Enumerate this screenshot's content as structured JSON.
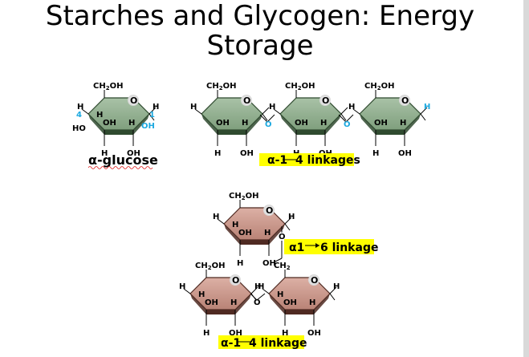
{
  "slide": {
    "title": "Starches and Glycogen: Energy Storage"
  },
  "labels": {
    "ch2oh": "CH",
    "ch2oh_sub": "2",
    "ch2oh_tail": "OH",
    "ch2_tail": "",
    "O": "O",
    "H": "H",
    "OH": "OH",
    "HO": "HO",
    "carbon_1": "1",
    "carbon_4": "4"
  },
  "captions": {
    "alpha_glucose": "α-glucose",
    "starch_linkages": "α-1",
    "starch_linkages_tail": "4 linkages",
    "glycogen_16_head": "α1",
    "glycogen_16_tail": "6 linkage",
    "glycogen_14_head": "α-1",
    "glycogen_14_tail": "4 linkage"
  },
  "colors": {
    "glucose_green": "#8fae8f",
    "glucose_green_dark": "#2f4a2f",
    "glycogen_brown": "#c9968a",
    "glycogen_brown_dark": "#4f2a22",
    "highlight": "#ffff00",
    "accent_blue": "#1ca9e0"
  }
}
